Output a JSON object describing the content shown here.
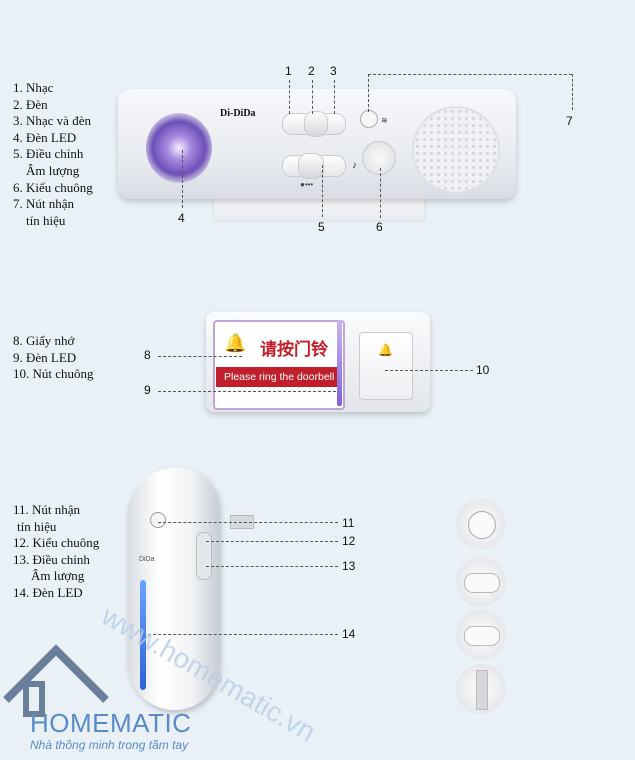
{
  "legend_main": [
    "1. Nhạc",
    "2. Đèn",
    "3. Nhạc và đèn",
    "4. Đèn LED",
    "5. Điều chỉnh",
    "Âm lượng",
    "6. Kiểu chuông",
    "7. Nút nhận",
    "tín hiệu"
  ],
  "legend_button": [
    "8. Giấy nhớ",
    "9. Đèn LED",
    "10. Nút chuông"
  ],
  "legend_plug": [
    "11. Nút nhận",
    "tín hiệu",
    "12. Kiểu chuông",
    "13. Điều chỉnh",
    "Âm lượng",
    "14. Đèn LED"
  ],
  "callouts": {
    "n1": "1",
    "n2": "2",
    "n3": "3",
    "n4": "4",
    "n5": "5",
    "n6": "6",
    "n7": "7",
    "n8": "8",
    "n9": "9",
    "n10": "10",
    "n11": "11",
    "n12": "12",
    "n13": "13",
    "n14": "14"
  },
  "device_brand": "Di-DiDa",
  "plug_brand": "DiDa",
  "sticker_cn": "请按门铃",
  "sticker_en": "Please ring the doorbell",
  "logo": {
    "name": "HOMEMATIC",
    "tagline": "Nhà thông minh trong tầm tay",
    "watermark": "www.homematic.vn"
  },
  "colors": {
    "accent": "#5a8bc7",
    "sticker_red": "#c01f2b",
    "led_purple": "#6d4fb8",
    "led_blue": "#2d63d6"
  }
}
